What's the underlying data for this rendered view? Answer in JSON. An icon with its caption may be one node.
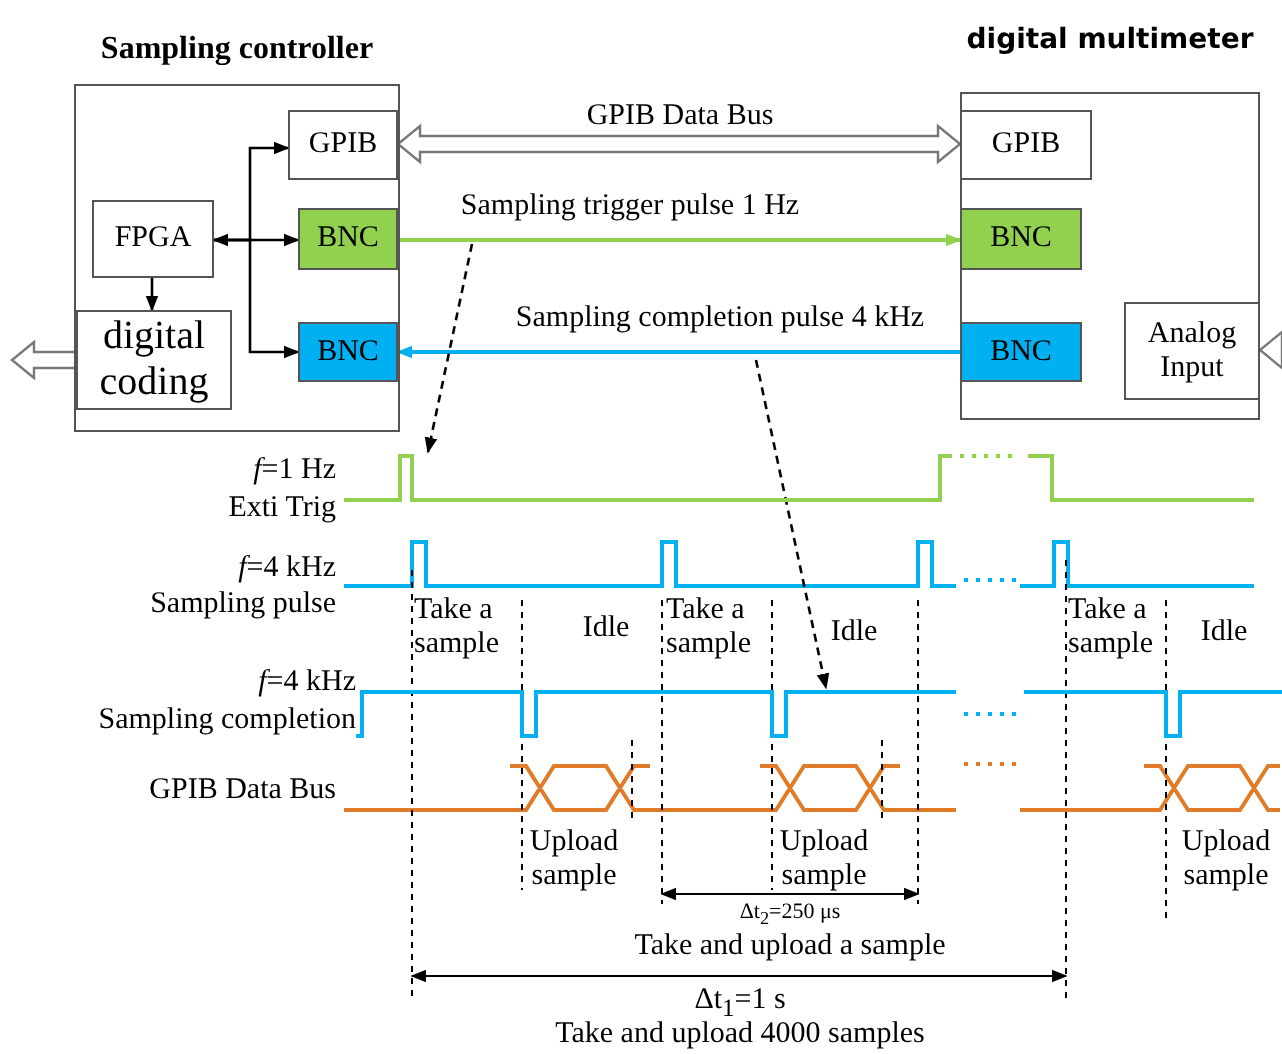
{
  "diagram": {
    "nodes": [
      {
        "text": [
          "Sampling controller"
        ]
      },
      {
        "text": [
          "GPIB"
        ],
        "in": 0
      },
      {
        "text": [
          "FPGA"
        ],
        "in": 0
      },
      {
        "text": [
          "BNC"
        ],
        "in": 0
      },
      {
        "text": [
          "digital coding"
        ],
        "in": 0
      },
      {
        "text": [
          "BNC"
        ],
        "in": 0
      },
      {
        "text": [
          "digital multimeter"
        ]
      },
      {
        "text": [
          "GPIB"
        ],
        "in": 6
      },
      {
        "text": [
          "BNC"
        ],
        "in": 6
      },
      {
        "text": [
          "BNC"
        ],
        "in": 6
      },
      {
        "text": [
          "Analog Input"
        ],
        "in": 6
      },
      {
        "text": [],
        "shape": "line"
      },
      {
        "text": [],
        "shape": "line"
      }
    ],
    "edges": [
      {
        "from": 2,
        "to": 1,
        "arrow": "to"
      },
      {
        "from": 2,
        "to": 3,
        "arrow": "both"
      },
      {
        "from": 2,
        "to": 5,
        "arrow": "to"
      },
      {
        "from": 2,
        "to": 4,
        "arrow": "to"
      },
      {
        "from": 4,
        "to": null,
        "arrow": "to",
        "style": "thick"
      },
      {
        "from": 1,
        "to": 7,
        "arrow": "both",
        "style": "thick",
        "label": "GPIB Data Bus"
      },
      {
        "from": 3,
        "to": 8,
        "arrow": "to",
        "color": "#92d050",
        "label": "Sampling trigger pulse 1 Hz"
      },
      {
        "from": 9,
        "to": 5,
        "arrow": "to",
        "color": "#00b0f0",
        "label": "Sampling completion pulse 4 kHz"
      },
      {
        "from": null,
        "to": 10,
        "arrow": "to",
        "style": "thick"
      },
      {
        "from": null,
        "to": 11,
        "arrow": "to",
        "style": "dashed"
      },
      {
        "from": null,
        "to": 12,
        "arrow": "to",
        "style": "dashed"
      }
    ],
    "labels": [
      "*f*=1 Hz",
      "Exti Trig",
      "*f*=4 kHz",
      "Sampling pulse",
      "Take a sample",
      "Idle",
      "Take a sample",
      "Idle",
      "Take a sample",
      "Idle",
      "*f*=4 kHz",
      "Sampling completion",
      "GPIB Data Bus",
      "Upload sample",
      "Upload sample",
      "Upload sample",
      "Δt$_{2}$=250 μs",
      "Take and upload a sample",
      "Δt$_{1}$=1 s",
      "Take and upload 4000 samples"
    ]
  }
}
